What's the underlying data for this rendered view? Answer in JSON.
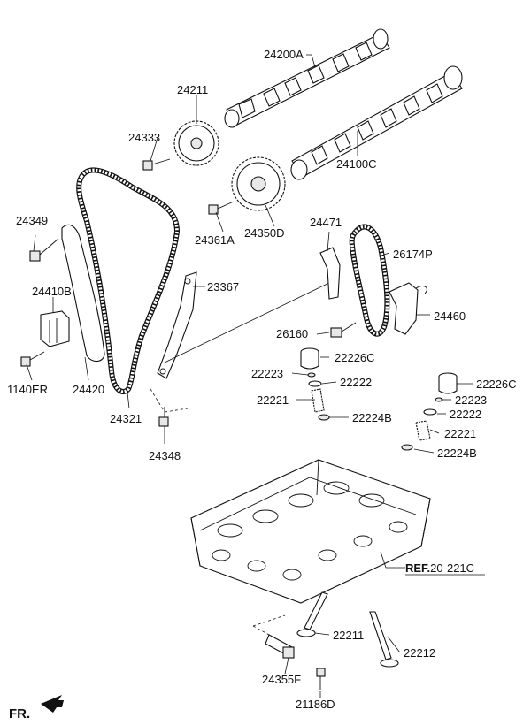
{
  "labels": {
    "camshaft_exhaust": "24200A",
    "cam_sprocket": "24211",
    "bolt_sprocket": "24333",
    "camshaft_intake": "24100C",
    "cvvt_bolt": "24361A",
    "cvvt_assembly": "24350D",
    "bolt_24349": "24349",
    "tensioner_arm_bolt": "24410B",
    "bolt_1140": "1140ER",
    "tensioner_arm": "24420",
    "timing_chain": "24321",
    "chain_guide": "23367",
    "guide_bolt": "24348",
    "oil_pump_guide": "24471",
    "oil_pump_chain": "26174P",
    "oil_pump_tensioner": "24460",
    "bolt_26160": "26160",
    "lifter_left": "22226C",
    "retainer_key_left": "22223",
    "retainer_left": "22222",
    "spring_left": "22221",
    "seal_left": "22224B",
    "lifter_right": "22226C",
    "retainer_key_right": "22223",
    "retainer_right": "22222",
    "spring_right": "22221",
    "seal_right": "22224B",
    "valve_intake": "22211",
    "valve_exhaust": "22212",
    "ocv": "24355F",
    "ocv_bolt": "21186D",
    "ref_prefix": "REF.",
    "ref_code": "20-221C",
    "front_marker": "FR."
  }
}
